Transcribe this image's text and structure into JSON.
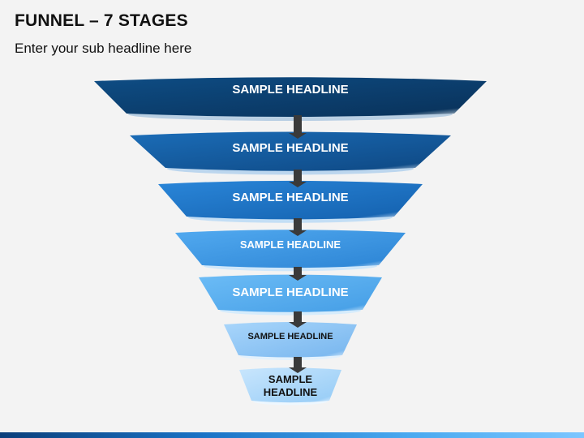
{
  "header": {
    "title": "FUNNEL – 7 STAGES",
    "subtitle": "Enter your sub headline here"
  },
  "funnel": {
    "stages": [
      {
        "label": "SAMPLE HEADLINE",
        "top": "#0e4d85",
        "bottom": "#0a355f",
        "inner": "#b9cfe3"
      },
      {
        "label": "SAMPLE HEADLINE",
        "top": "#1b6db8",
        "bottom": "#104d8a",
        "inner": "#bcd6ee"
      },
      {
        "label": "SAMPLE HEADLINE",
        "top": "#2a86d9",
        "bottom": "#1766b4",
        "inner": "#c3def5"
      },
      {
        "label": "SAMPLE HEADLINE",
        "top": "#52aaf0",
        "bottom": "#3189d8",
        "inner": "#cfe7fa"
      },
      {
        "label": "SAMPLE HEADLINE",
        "top": "#6cbcf6",
        "bottom": "#4aa2e8",
        "inner": "#d6ecfc"
      },
      {
        "label": "SAMPLE HEADLINE",
        "top": "#a9d6fb",
        "bottom": "#7ebaf0",
        "inner": "#e2f1fd"
      },
      {
        "label": "SAMPLE HEADLINE",
        "top": "#c9e6fd",
        "bottom": "#9ccff7",
        "inner": "#eef7fe"
      }
    ],
    "arrow_color": "#3a3a3a"
  }
}
